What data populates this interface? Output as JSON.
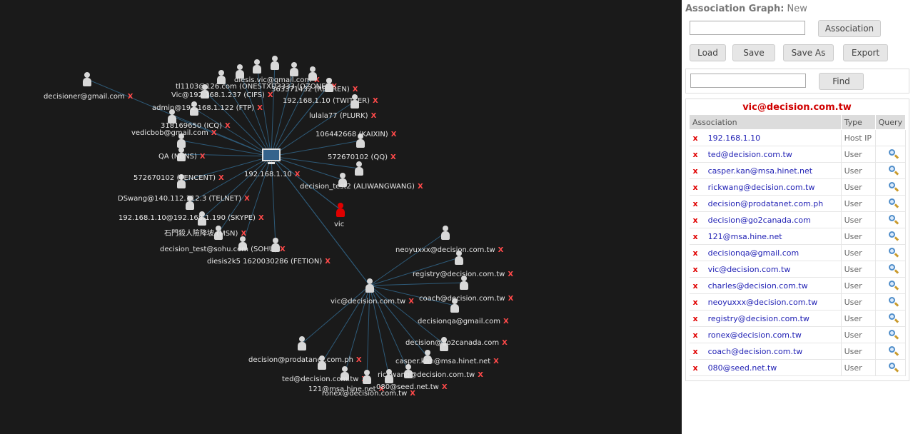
{
  "graph": {
    "host_label": "192.168.1.10",
    "delete_mark": "X",
    "highlight_node_label": "vic",
    "top_cluster": [
      "decisioner@gmail.com",
      "tl1103@126.com (ONESTXD3333 (OZONE)",
      "diesis.vic@gmail.com",
      "363371432 (RENREN)",
      "Vic@192.168.1.237 (CIFS)",
      "192.168.1.10 (TWITTER)",
      "admin@192.168.1.122 (FTP)",
      "lulala77 (PLURK)",
      "318169650 (ICQ)",
      "vedicbob@gmail.com",
      "106442668 (KAIXIN)",
      "QA (NBNS)",
      "572670102 (QQ)",
      "572670102 (TENCENT)",
      "decision_test2 (ALIWANGWANG)",
      "DSwang@140.112.112.3 (TELNET)",
      "192.168.1.10@192.168.1.190 (SKYPE)",
      "石門殺人險降坡 (MSN)",
      "decision_test@sohu.com (SOHU)",
      "diesis2k5 1620030286 (FETION)"
    ],
    "bottom_cluster": [
      "neoyuxxx@decision.com.tw",
      "registry@decision.com.tw",
      "vic@decision.com.tw",
      "coach@decision.com.tw",
      "decisionqa@gmail.com",
      "decision@go2canada.com",
      "decision@prodatanet.com.ph",
      "casper.kan@msa.hinet.net",
      "rickwang@decision.com.tw",
      "ted@decision.com.tw",
      "121@msa.hine.net",
      "080@seed.net.tw",
      "ronex@decision.com.tw"
    ]
  },
  "panel": {
    "title_bold": "Association Graph:",
    "title_state": "New",
    "association_input_value": "",
    "find_input_value": "",
    "association_button": "Association",
    "load_button": "Load",
    "save_button": "Save",
    "saveas_button": "Save As",
    "export_button": "Export",
    "find_button": "Find"
  },
  "results": {
    "title": "vic@decision.com.tw",
    "columns": [
      "Association",
      "Type",
      "Query"
    ],
    "delete_mark": "x",
    "rows": [
      {
        "association": "192.168.1.10",
        "type": "Host IP",
        "query": false
      },
      {
        "association": "ted@decision.com.tw",
        "type": "User",
        "query": true
      },
      {
        "association": "casper.kan@msa.hinet.net",
        "type": "User",
        "query": true
      },
      {
        "association": "rickwang@decision.com.tw",
        "type": "User",
        "query": true
      },
      {
        "association": "decision@prodatanet.com.ph",
        "type": "User",
        "query": true
      },
      {
        "association": "decision@go2canada.com",
        "type": "User",
        "query": true
      },
      {
        "association": "121@msa.hine.net",
        "type": "User",
        "query": true
      },
      {
        "association": "decisionqa@gmail.com",
        "type": "User",
        "query": true
      },
      {
        "association": "vic@decision.com.tw",
        "type": "User",
        "query": true
      },
      {
        "association": "charles@decision.com.tw",
        "type": "User",
        "query": true
      },
      {
        "association": "neoyuxxx@decision.com.tw",
        "type": "User",
        "query": true
      },
      {
        "association": "registry@decision.com.tw",
        "type": "User",
        "query": true
      },
      {
        "association": "ronex@decision.com.tw",
        "type": "User",
        "query": true
      },
      {
        "association": "coach@decision.com.tw",
        "type": "User",
        "query": true
      },
      {
        "association": "080@seed.net.tw",
        "type": "User",
        "query": true
      }
    ]
  }
}
